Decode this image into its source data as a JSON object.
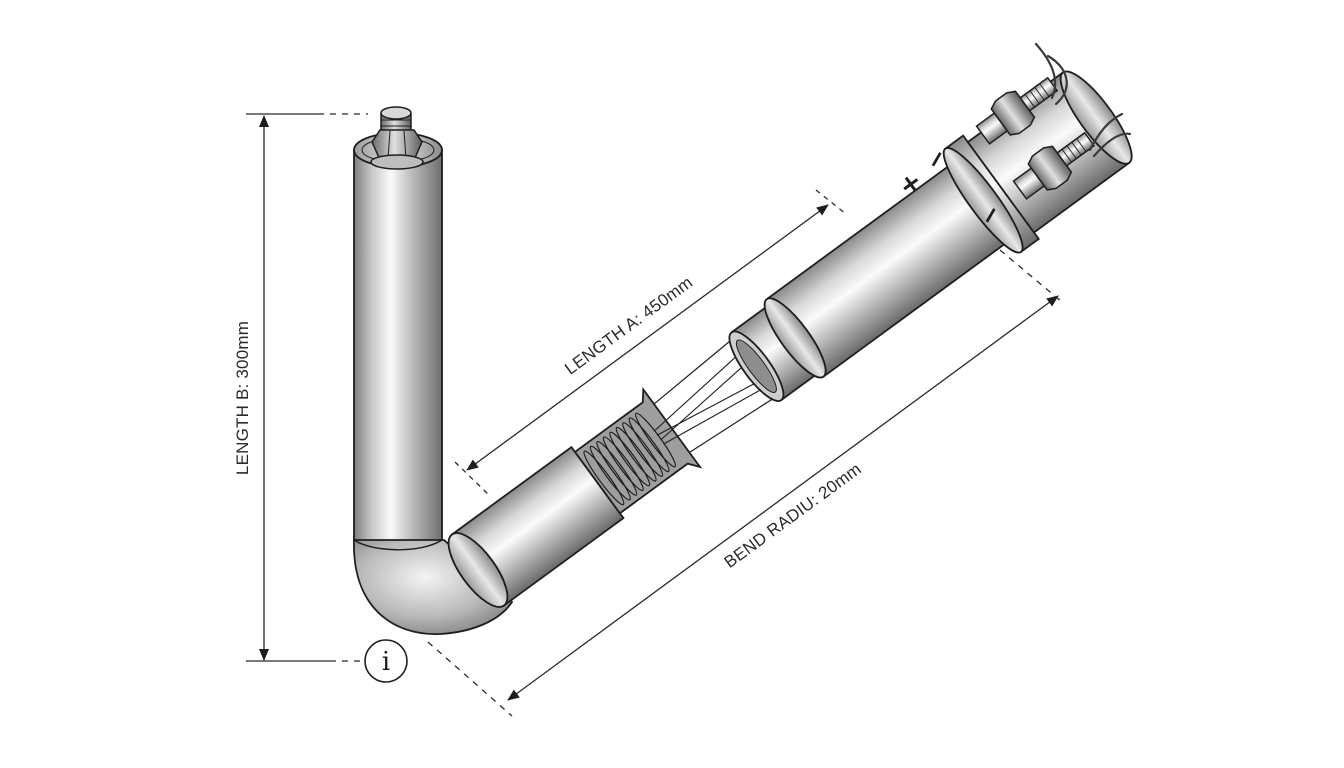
{
  "annotations": {
    "length_b": "LENGTH B: 300mm",
    "length_a": "LENGTH A: 450mm",
    "bend_radius": "BEND RADIU: 20mm"
  },
  "terminals": {
    "positive_symbol": "+",
    "negative_symbol_upper": "−",
    "negative_symbol_lower": "−"
  },
  "info_icon": {
    "glyph": "i"
  },
  "colors": {
    "ink": "#1e1e1e",
    "steel_dark": "#8e8e8e",
    "steel_light": "#f7f7f7",
    "background": "#ffffff"
  }
}
